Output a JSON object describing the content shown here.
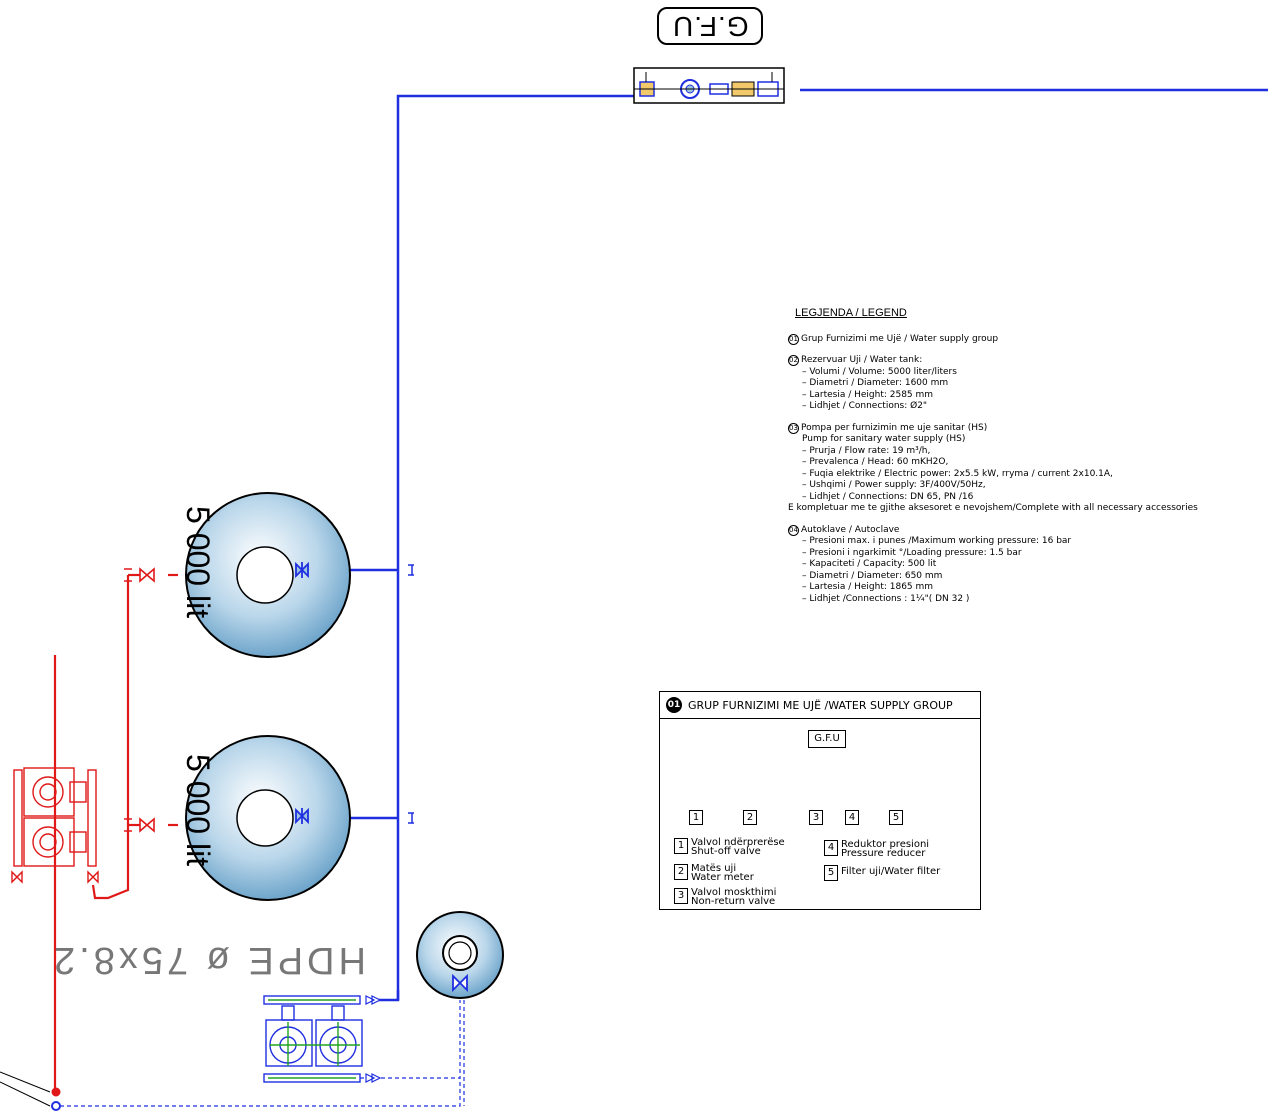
{
  "diagram": {
    "top_label": "G.F.U",
    "tanks": [
      {
        "label": "5 000 lit"
      },
      {
        "label": "5 000 lit"
      }
    ],
    "pipe_label": "HDPE ø 75x8.2",
    "colors": {
      "supply": "#1f2fe0",
      "hot": "#e01818",
      "green": "#21a321",
      "tank_fill": "#7fb3d6"
    }
  },
  "legend": {
    "title": "LEGJENDA / LEGEND",
    "items": [
      {
        "num": "01",
        "head": "Grup Furnizimi me Ujë / Water supply group",
        "lines": []
      },
      {
        "num": "02",
        "head": "Rezervuar Uji / Water tank:",
        "lines": [
          "– Volumi / Volume: 5000 liter/liters",
          "– Diametri / Diameter: 1600 mm",
          "– Lartesia / Height: 2585 mm",
          "– Lidhjet / Connections: Ø2\""
        ]
      },
      {
        "num": "03",
        "head": "Pompa per furnizimin me uje sanitar (HS)",
        "lines": [
          "Pump for sanitary water supply (HS)",
          "– Prurja / Flow rate: 19 m³/h,",
          "– Prevalenca / Head:    60 mKH2O,",
          "– Fuqia elektrike / Electric power: 2x5.5 kW, rryma / current 2x10.1A,",
          "– Ushqimi / Power supply: 3F/400V/50Hz,",
          "– Lidhjet / Connections: DN 65, PN /16",
          "E kompletuar me te gjithe aksesoret e nevojshem/Complete with all necessary accessories"
        ]
      },
      {
        "num": "04",
        "head": "Autoklave / Autoclave",
        "lines": [
          "– Presioni max. i punes /Maximum working pressure: 16 bar",
          "– Presioni i ngarkimit °/Loading pressure: 1.5 bar",
          "– Kapaciteti / Capacity: 500 lit",
          "– Diametri / Diameter: 650 mm",
          "– Lartesia / Height: 1865 mm",
          "– Lidhjet /Connections : 1¼\"( DN 32 )"
        ]
      }
    ]
  },
  "detail": {
    "num": "01",
    "title": "GRUP FURNIZIMI ME UJË /WATER SUPPLY GROUP",
    "gfu": "G.F.U",
    "numbers": [
      "1",
      "2",
      "3",
      "4",
      "5"
    ],
    "captions": [
      {
        "n": "1",
        "l1": "Valvol ndërprerëse",
        "l2": "Shut-off valve"
      },
      {
        "n": "2",
        "l1": "Matës uji",
        "l2": "Water meter"
      },
      {
        "n": "3",
        "l1": "Valvol moskthimi",
        "l2": "Non-return valve"
      },
      {
        "n": "4",
        "l1": "Reduktor presioni",
        "l2": "Pressure reducer"
      },
      {
        "n": "5",
        "l1": "Filter uji/Water filter",
        "l2": ""
      }
    ]
  }
}
